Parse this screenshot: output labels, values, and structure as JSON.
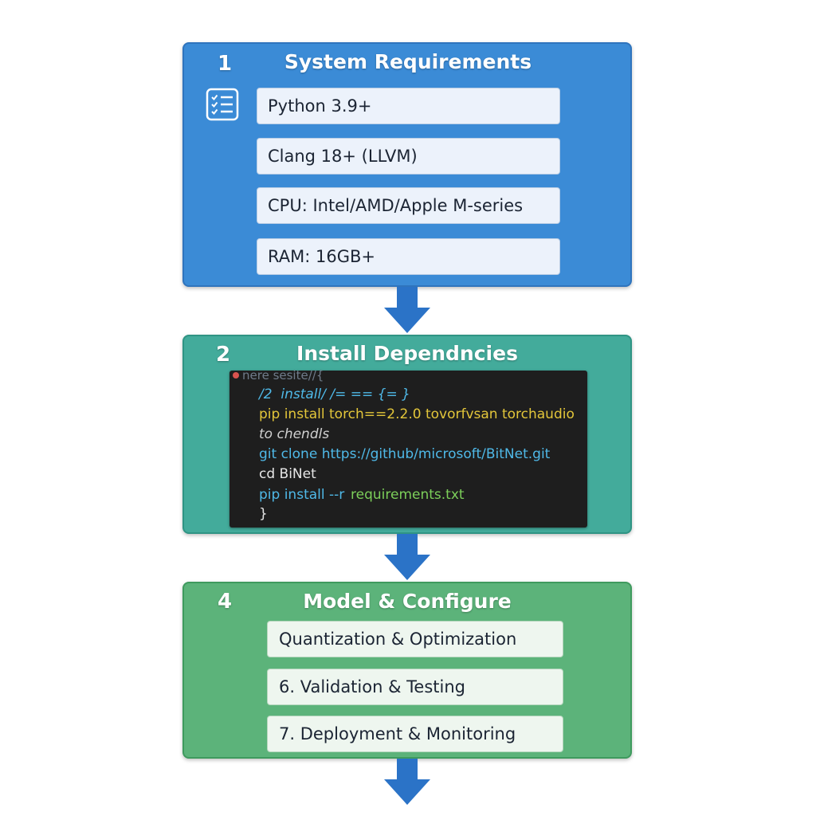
{
  "colors": {
    "panel_blue": "#3b8bd6",
    "panel_teal": "#43ab9b",
    "panel_green": "#5cb37a",
    "arrow": "#2b73c7"
  },
  "sections": [
    {
      "number": "1",
      "title": "System Requirements",
      "icon": "checklist-icon",
      "items": [
        "Python 3.9+",
        "Clang 18+ (LLVM)",
        "CPU: Intel/AMD/Apple M-series",
        "RAM: 16GB+"
      ]
    },
    {
      "number": "2",
      "title": "Install Dependncies",
      "code_lines": [
        {
          "text": "nere sesite//{",
          "color": "#6f7b8a"
        },
        {
          "text": "/2  install/ /= == {= }",
          "color": "#4fb9e8"
        },
        {
          "text": "pip install torch==2.2.0 tovorfvsan torchaudio",
          "color": "#e3c63a"
        },
        {
          "text": "to chendls",
          "color": "#d0d0d0"
        },
        {
          "text": "git clone https://github/microsoft/BitNet.git",
          "color": "#4fb9e8"
        },
        {
          "text": "cd BiNet",
          "color": "#e6e6e6"
        },
        {
          "text": "pip install --r",
          "color": "#4fb9e8"
        },
        {
          "text": "requirements.txt",
          "color": "#7ccf5a"
        },
        {
          "text": "}",
          "color": "#e6e6e6"
        }
      ]
    },
    {
      "number": "4",
      "title": "Model & Configure",
      "items": [
        "Quantization & Optimization",
        "6.  Validation & Testing",
        "7.  Deployment & Monitoring"
      ]
    }
  ]
}
